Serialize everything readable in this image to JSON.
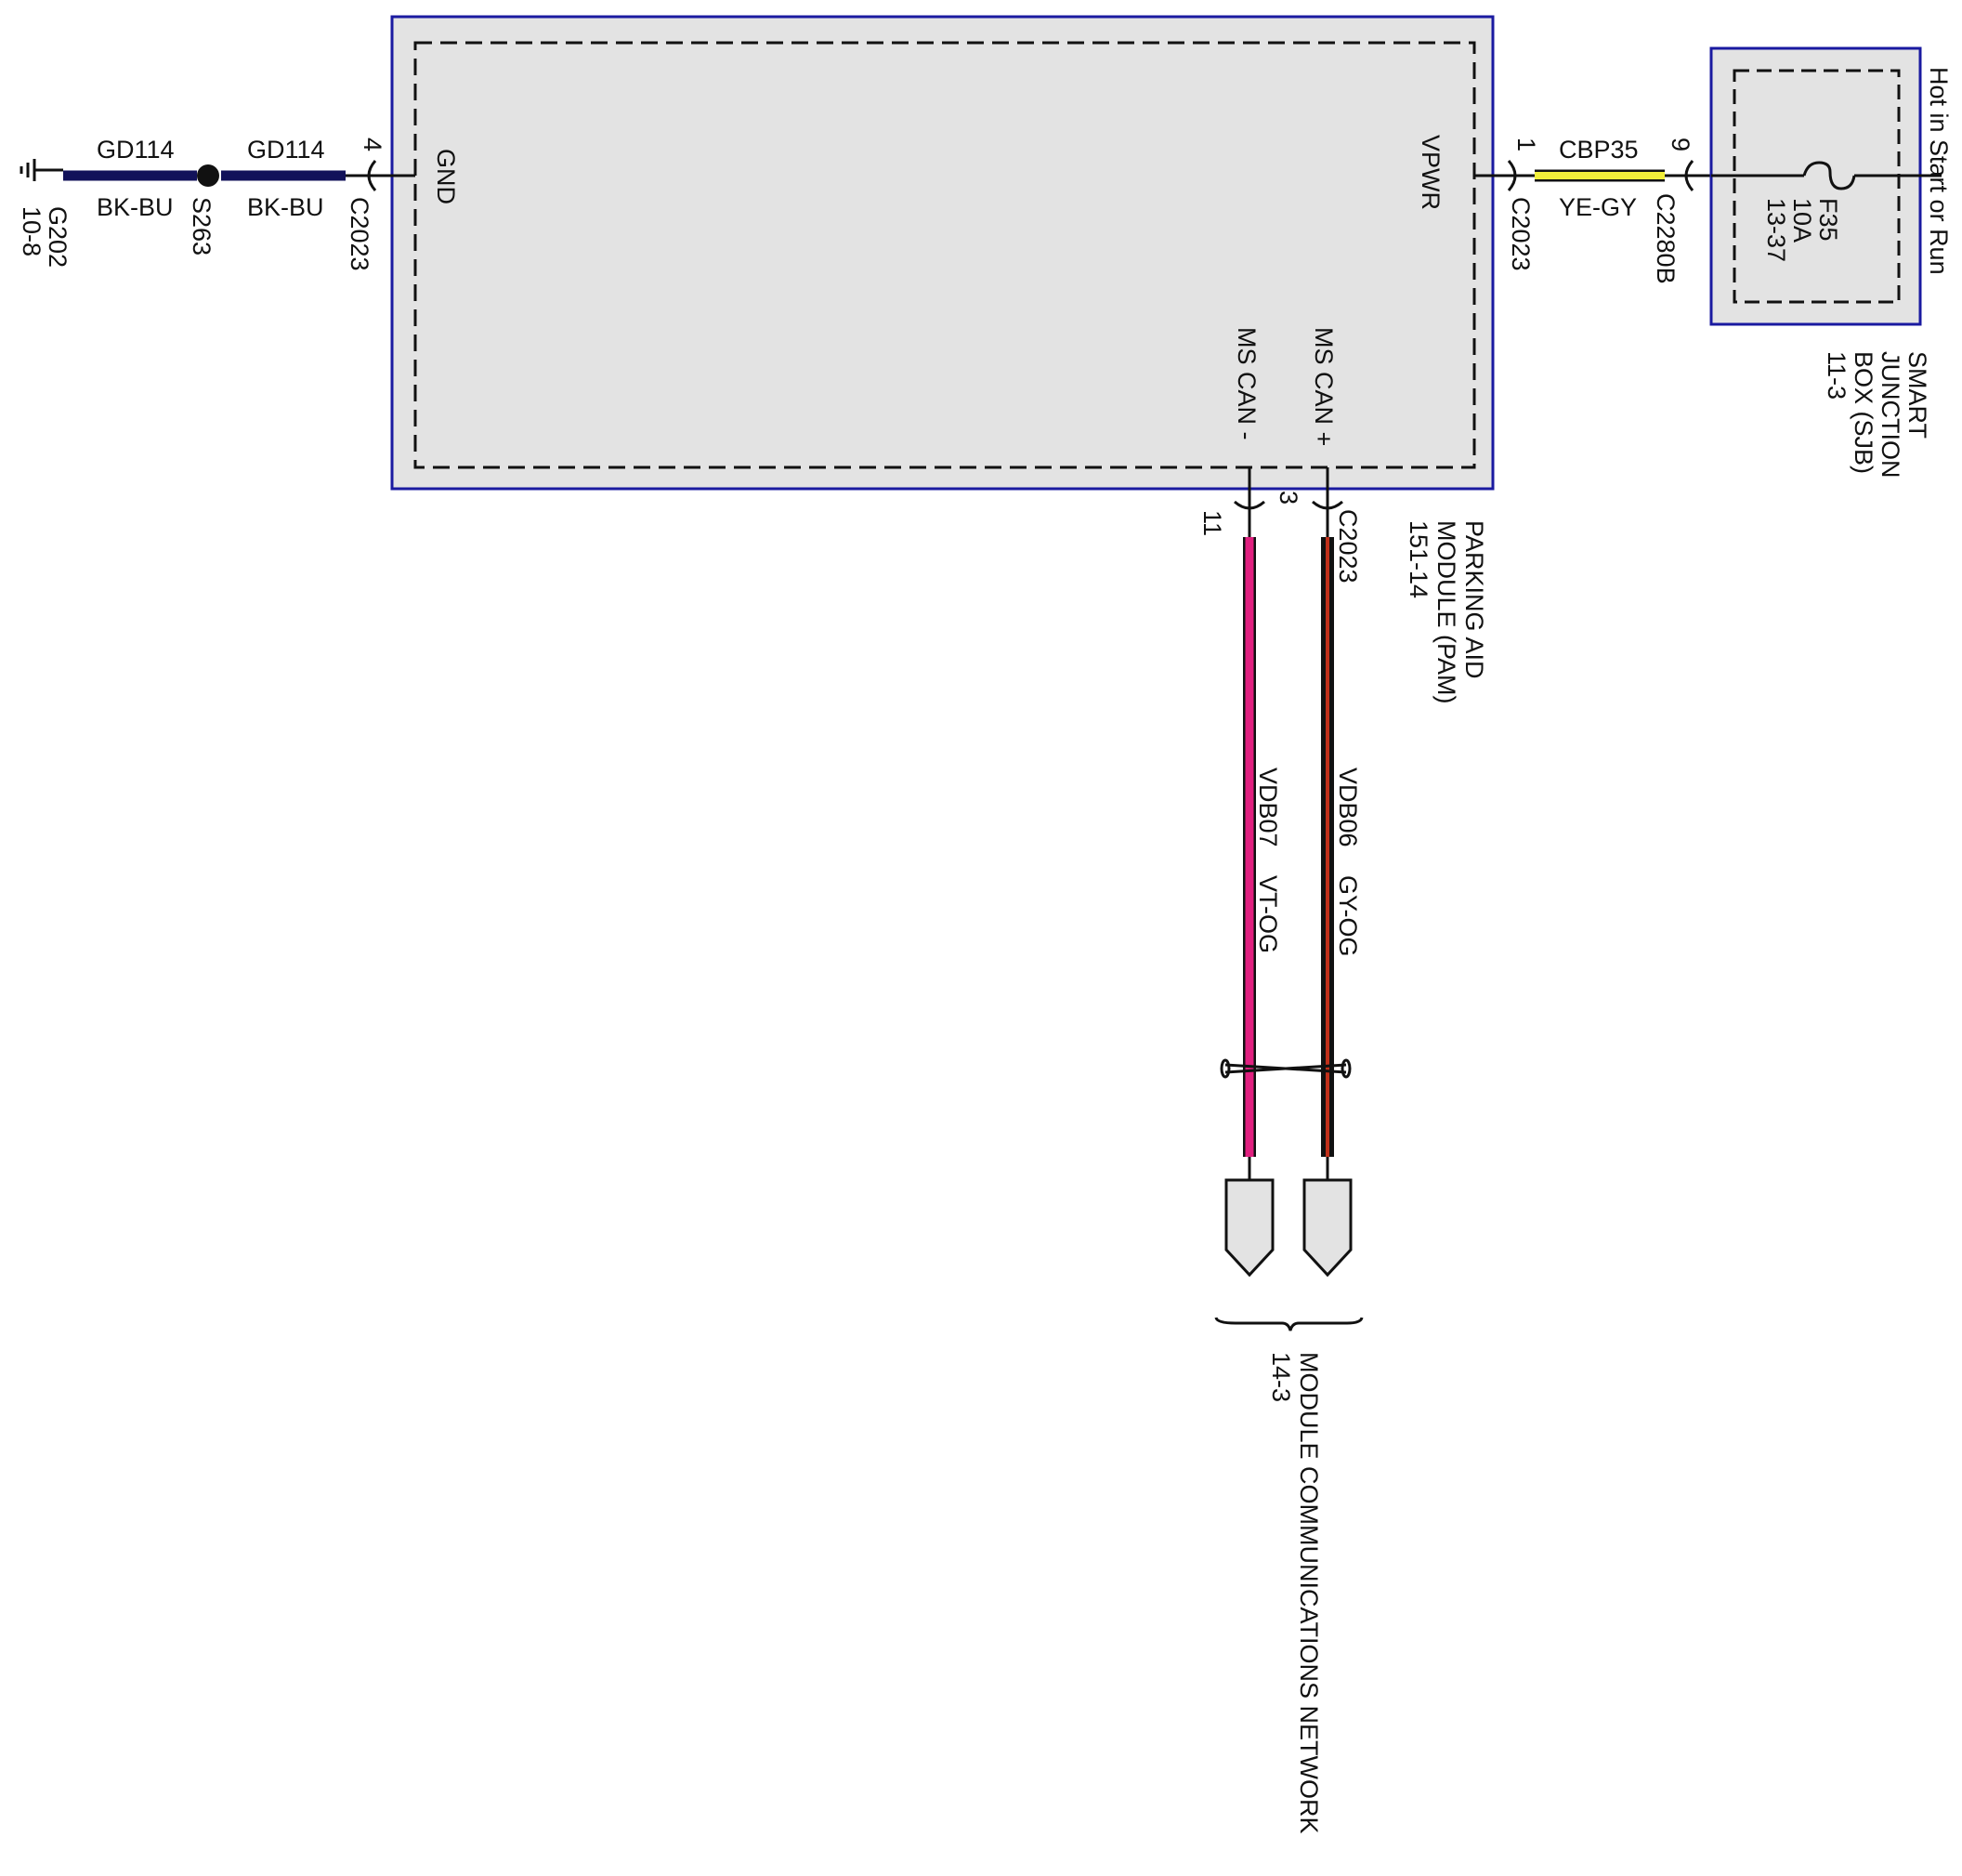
{
  "colors": {
    "module_fill": "#e3e3e3",
    "module_border": "#1a1aa0",
    "sjb_fill": "#e3e3e3",
    "sjb_border": "#1a1aa0",
    "ground_wire": "#12125a",
    "power_wire": "#f2ef3a",
    "can_minus_wire": "#e0207f",
    "can_plus_wire": "#c0301a",
    "line": "#111111"
  },
  "module": {
    "title_line1": "PARKING AID",
    "title_line2": "MODULE (PAM)",
    "ref": "151-14",
    "pin_gnd": "GND",
    "pin_vpwr": "VPWR",
    "pin_can_minus": "MS CAN -",
    "pin_can_plus": "MS CAN +"
  },
  "sjb": {
    "title_line1": "SMART",
    "title_line2": "JUNCTION",
    "title_line3": "BOX (SJB)",
    "ref": "11-3",
    "hot_label": "Hot in Start or Run",
    "fuse_name": "F35",
    "fuse_rating": "10A",
    "fuse_ref": "13-37"
  },
  "ground_circuit": {
    "ground_name": "G202",
    "ground_ref": "10-8",
    "wire1_circuit": "GD114",
    "wire1_color": "BK-BU",
    "splice": "S263",
    "wire2_circuit": "GD114",
    "wire2_color": "BK-BU",
    "connector": "C2023",
    "pin": "4"
  },
  "power_circuit": {
    "connector_module": "C2023",
    "pin_module": "1",
    "circuit": "CBP35",
    "wire_color": "YE-GY",
    "connector_sjb": "C2280B",
    "pin_sjb": "9"
  },
  "can_circuit": {
    "minus_pin": "11",
    "plus_pin": "3",
    "connector": "C2023",
    "minus_circuit": "VDB07",
    "minus_color": "VT-OG",
    "plus_circuit": "VDB06",
    "plus_color": "GY-OG"
  },
  "network": {
    "label": "MODULE COMMUNICATIONS NETWORK",
    "ref": "14-3"
  }
}
